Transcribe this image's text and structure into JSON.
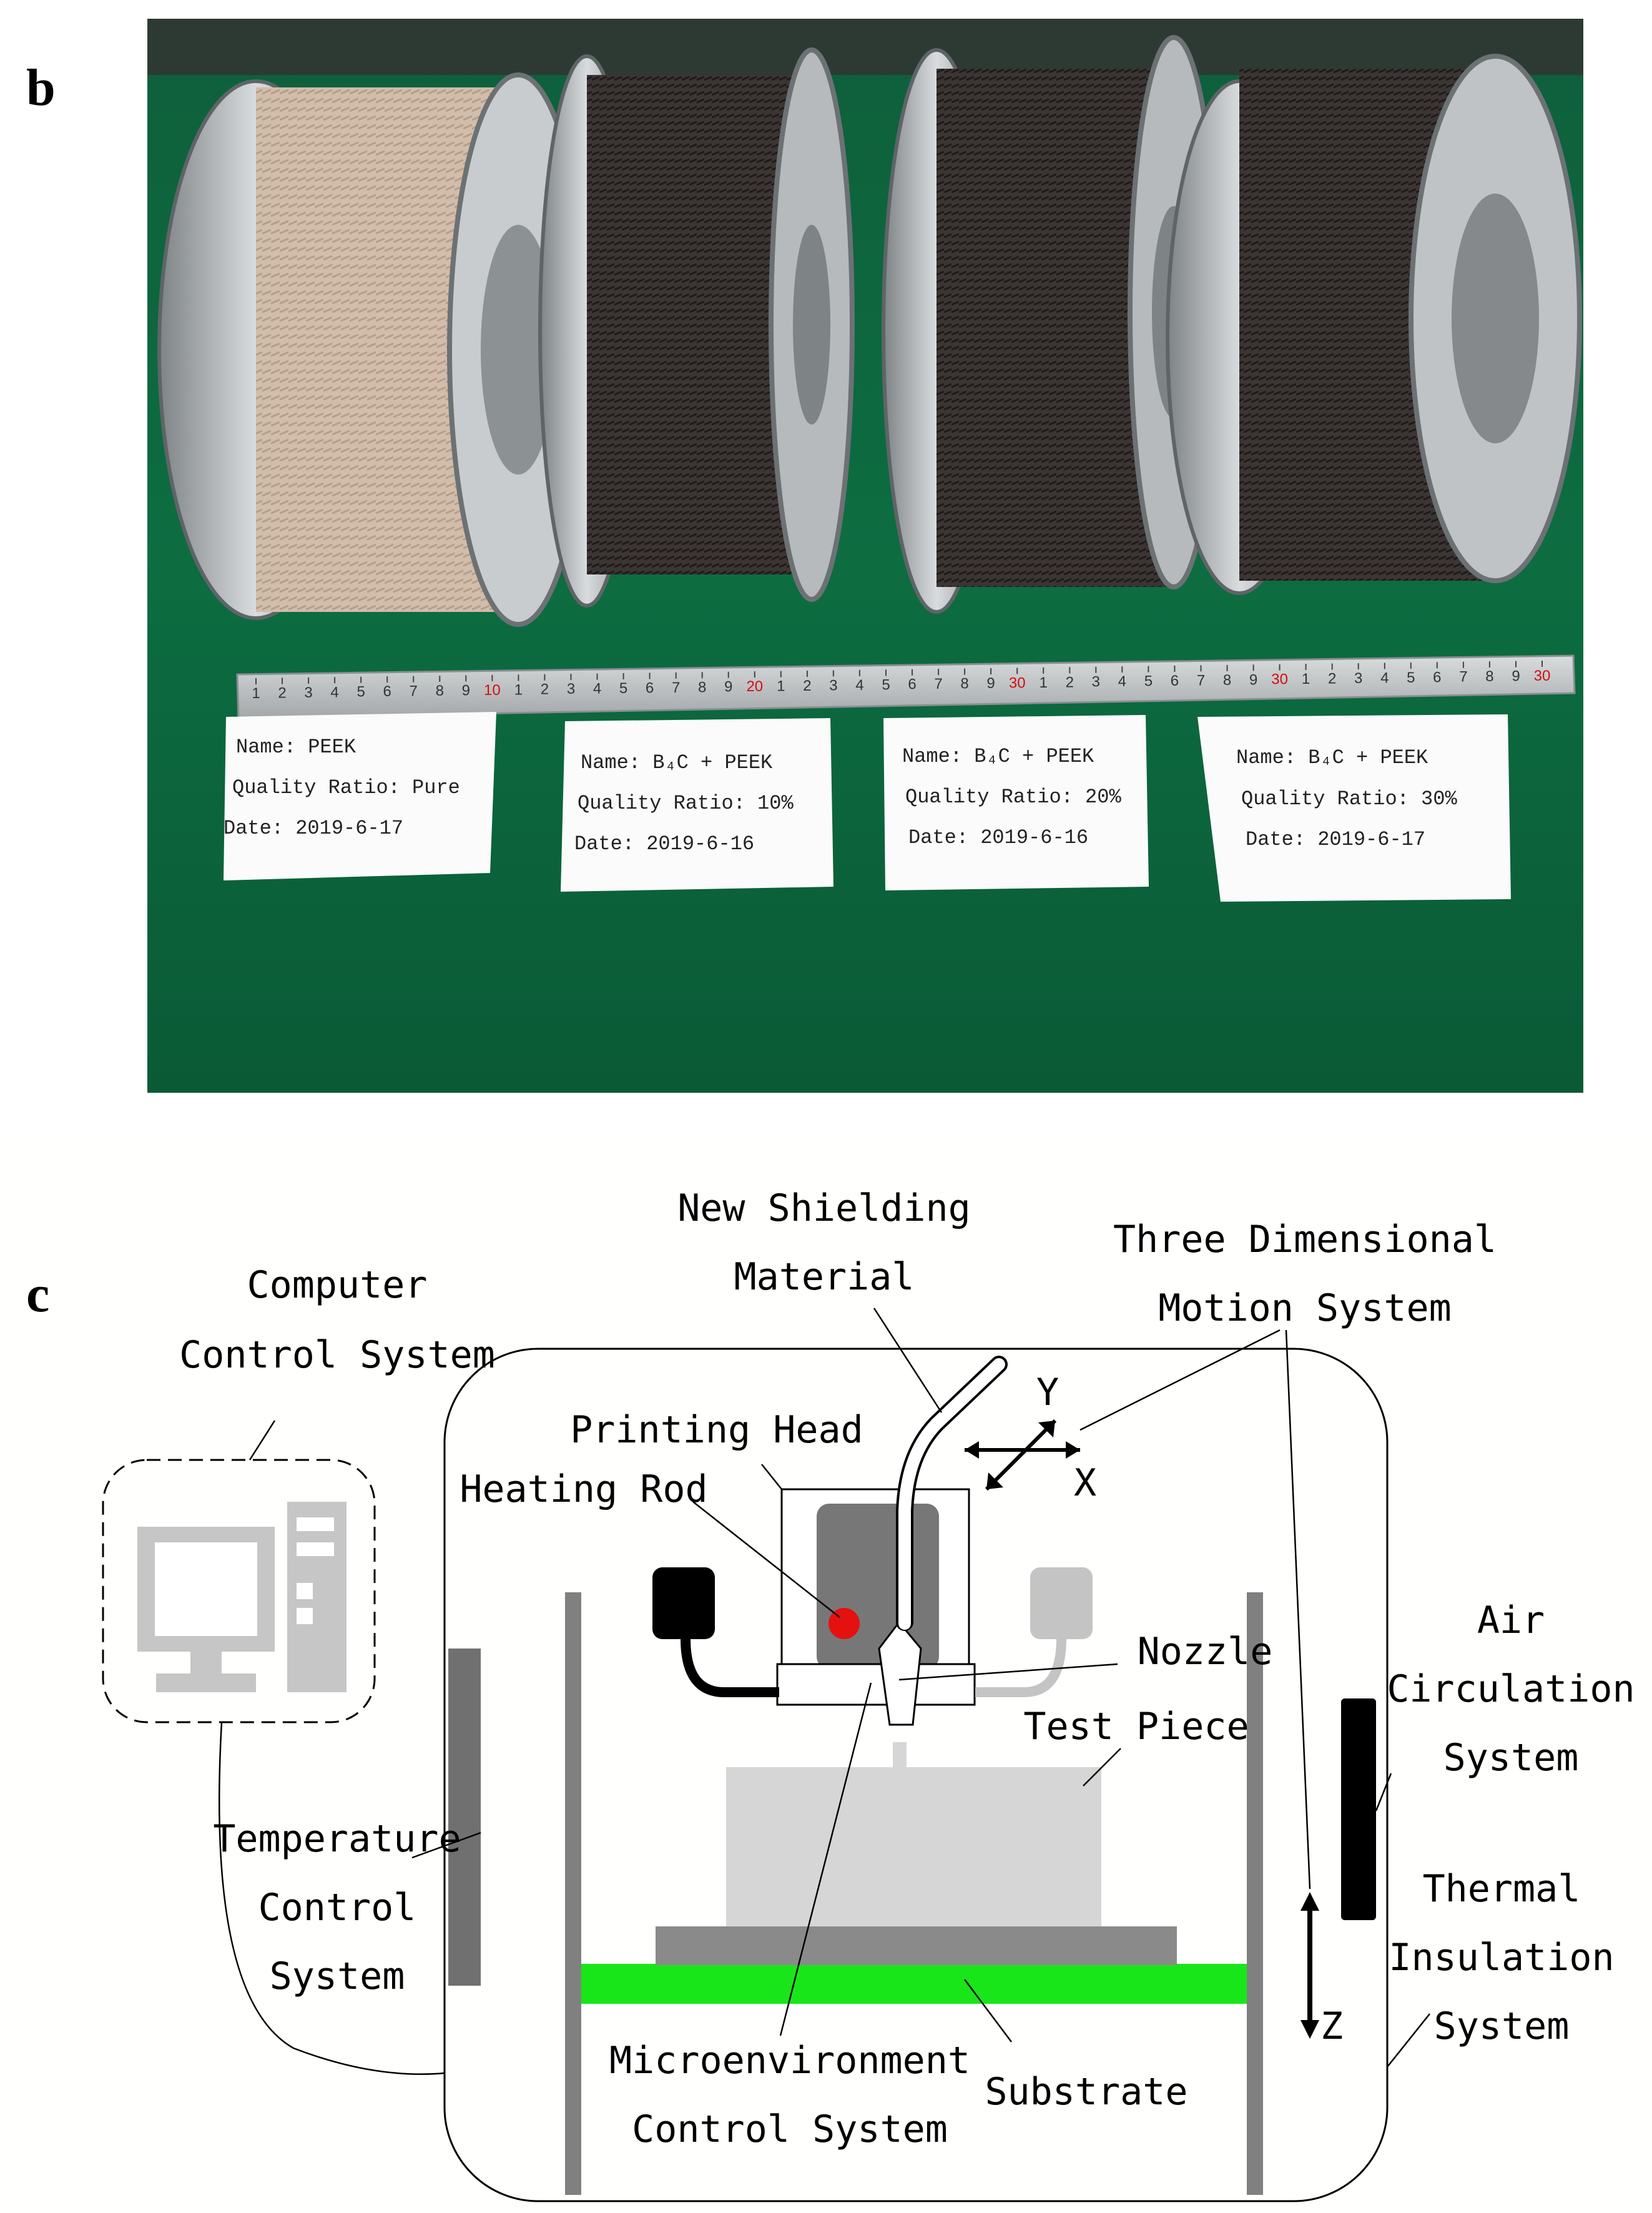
{
  "panel_b": {
    "letter": "b",
    "ruler_numbers": [
      "1",
      "2",
      "3",
      "4",
      "5",
      "6",
      "7",
      "8",
      "9",
      "10",
      "1",
      "2",
      "3",
      "4",
      "5",
      "6",
      "7",
      "8",
      "9",
      "20",
      "1",
      "2",
      "3",
      "4",
      "5",
      "6",
      "7",
      "8",
      "9",
      "30",
      "1",
      "2",
      "3",
      "4",
      "5",
      "6",
      "7",
      "8",
      "9",
      "30",
      "1",
      "2",
      "3",
      "4",
      "5",
      "6",
      "7",
      "8",
      "9",
      "30"
    ],
    "spools": [
      {
        "color": "#cdb5a3",
        "card": {
          "name": "Name: PEEK",
          "ratio": "Quality Ratio:  Pure",
          "date": "Date:  2019-6-17"
        }
      },
      {
        "color": "#3a3431",
        "card": {
          "name": "Name: B₄C + PEEK",
          "ratio": "Quality Ratio:  10%",
          "date": "Date:  2019-6-16"
        }
      },
      {
        "color": "#302c2a",
        "card": {
          "name": "Name: B₄C + PEEK",
          "ratio": "Quality Ratio:  20%",
          "date": "Date:  2019-6-16"
        }
      },
      {
        "color": "#2e2a29",
        "card": {
          "name": "Name: B₄C + PEEK",
          "ratio": "Quality Ratio:  30%",
          "date": "Date:  2019-6-17"
        }
      }
    ],
    "colors": {
      "mat": "#0c6a3f",
      "ruler": "#bfc3c4"
    }
  },
  "panel_c": {
    "letter": "c",
    "labels": {
      "computer": [
        "Computer",
        "Control System"
      ],
      "new_material": [
        "New Shielding",
        "Material"
      ],
      "motion": [
        "Three Dimensional",
        "Motion System"
      ],
      "printing_head": "Printing Head",
      "heating_rod": "Heating Rod",
      "nozzle": "Nozzle",
      "test_piece": "Test Piece",
      "temperature": [
        "Temperature",
        "Control",
        "System"
      ],
      "air": [
        "Air",
        "Circulation",
        "System"
      ],
      "thermal": [
        "Thermal",
        "Insulation",
        "System"
      ],
      "micro": [
        "Microenvironment",
        "Control System"
      ],
      "substrate": "Substrate",
      "axis_y": "Y",
      "axis_x": "X",
      "axis_z": "Z"
    },
    "colors": {
      "platform": "#19e619",
      "heater": "#e51010",
      "frame": "#808080",
      "test_piece": "#d6d6d6",
      "dark": "#000000"
    },
    "icons": [
      "computer-icon"
    ]
  }
}
